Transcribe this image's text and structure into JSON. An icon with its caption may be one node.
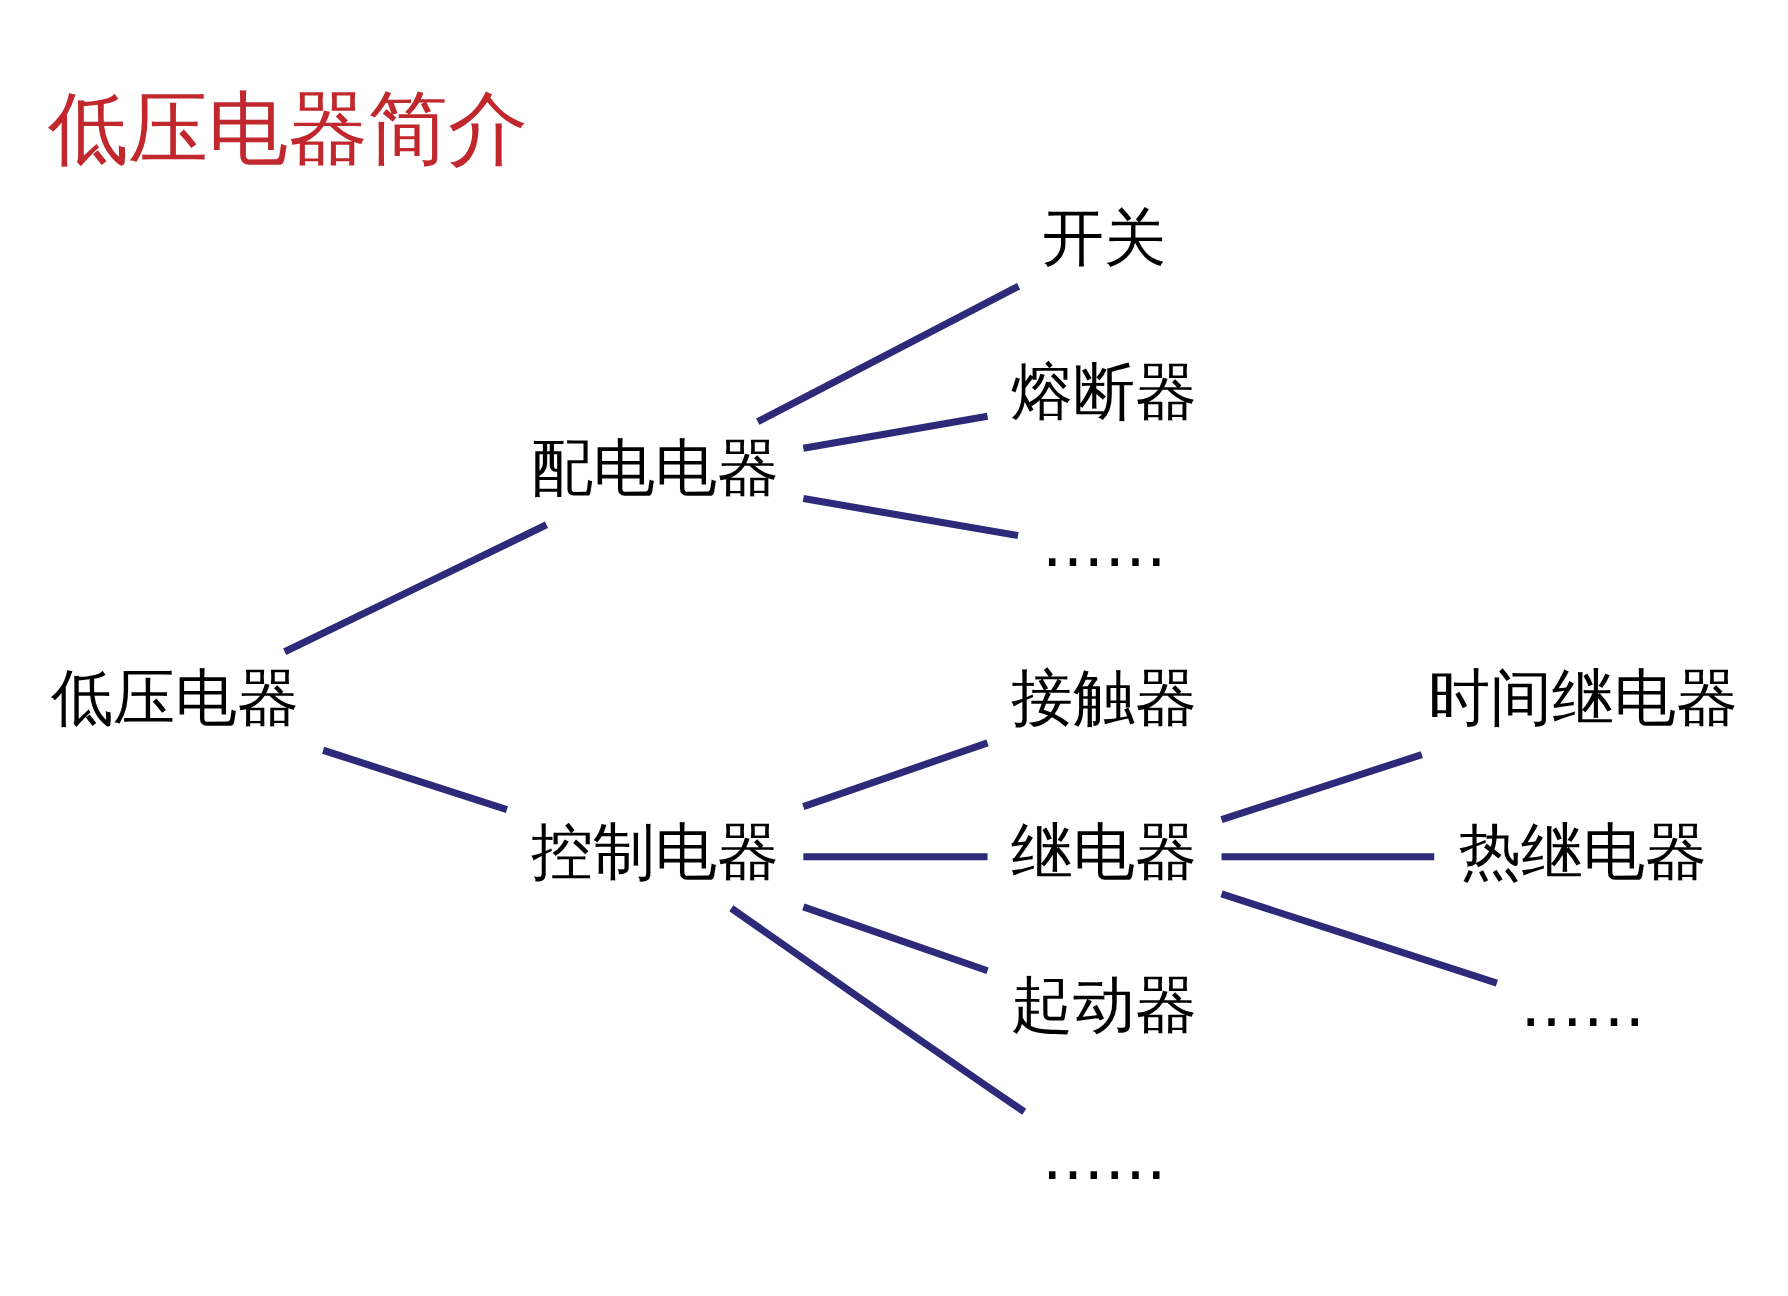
{
  "diagram": {
    "title": "低压电器简介",
    "nodes": [
      {
        "text": [
          "低压电器"
        ]
      },
      {
        "text": [
          "配电电器"
        ]
      },
      {
        "text": [
          "控制电器"
        ]
      },
      {
        "text": [
          "开关"
        ]
      },
      {
        "text": [
          "熔断器"
        ]
      },
      {
        "text": [
          "……"
        ]
      },
      {
        "text": [
          "接触器"
        ]
      },
      {
        "text": [
          "继电器"
        ]
      },
      {
        "text": [
          "起动器"
        ]
      },
      {
        "text": [
          "……"
        ]
      },
      {
        "text": [
          "时间继电器"
        ]
      },
      {
        "text": [
          "热继电器"
        ]
      },
      {
        "text": [
          "……"
        ]
      }
    ],
    "edges": [
      {
        "from": 0,
        "to": 1,
        "arrow": "none"
      },
      {
        "from": 0,
        "to": 2,
        "arrow": "none"
      },
      {
        "from": 1,
        "to": 3,
        "arrow": "none"
      },
      {
        "from": 1,
        "to": 4,
        "arrow": "none"
      },
      {
        "from": 1,
        "to": 5,
        "arrow": "none"
      },
      {
        "from": 2,
        "to": 6,
        "arrow": "none"
      },
      {
        "from": 2,
        "to": 7,
        "arrow": "none"
      },
      {
        "from": 2,
        "to": 8,
        "arrow": "none"
      },
      {
        "from": 2,
        "to": 9,
        "arrow": "none"
      },
      {
        "from": 7,
        "to": 10,
        "arrow": "none"
      },
      {
        "from": 7,
        "to": 11,
        "arrow": "none"
      },
      {
        "from": 7,
        "to": 12,
        "arrow": "none"
      }
    ]
  }
}
